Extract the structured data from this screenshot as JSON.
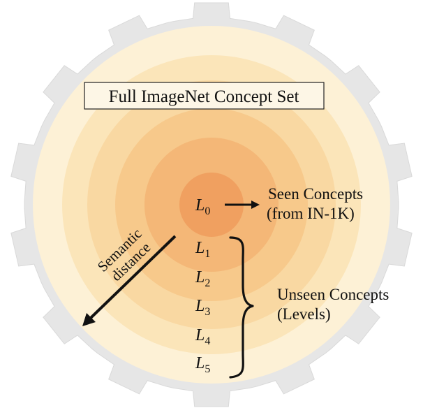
{
  "title": "Full ImageNet Concept Set",
  "seen": {
    "level_label": "L",
    "level_sub": "0",
    "line1": "Seen Concepts",
    "line2": "(from IN-1K)"
  },
  "levels": [
    {
      "label": "L",
      "sub": "1"
    },
    {
      "label": "L",
      "sub": "2"
    },
    {
      "label": "L",
      "sub": "3"
    },
    {
      "label": "L",
      "sub": "4"
    },
    {
      "label": "L",
      "sub": "5"
    }
  ],
  "unseen": {
    "line1": "Unseen Concepts",
    "line2": "(Levels)"
  },
  "semantic": {
    "line1": "Semantic",
    "line2": "distance"
  },
  "colors": {
    "gear": "#e6e6e6",
    "ring_outer": "#fdf1d6",
    "ring_5": "#fbe5b9",
    "ring_4": "#f9d8a2",
    "ring_3": "#f7c98b",
    "ring_2": "#f4b777",
    "ring_core": "#f0a060",
    "ink": "#111111"
  }
}
